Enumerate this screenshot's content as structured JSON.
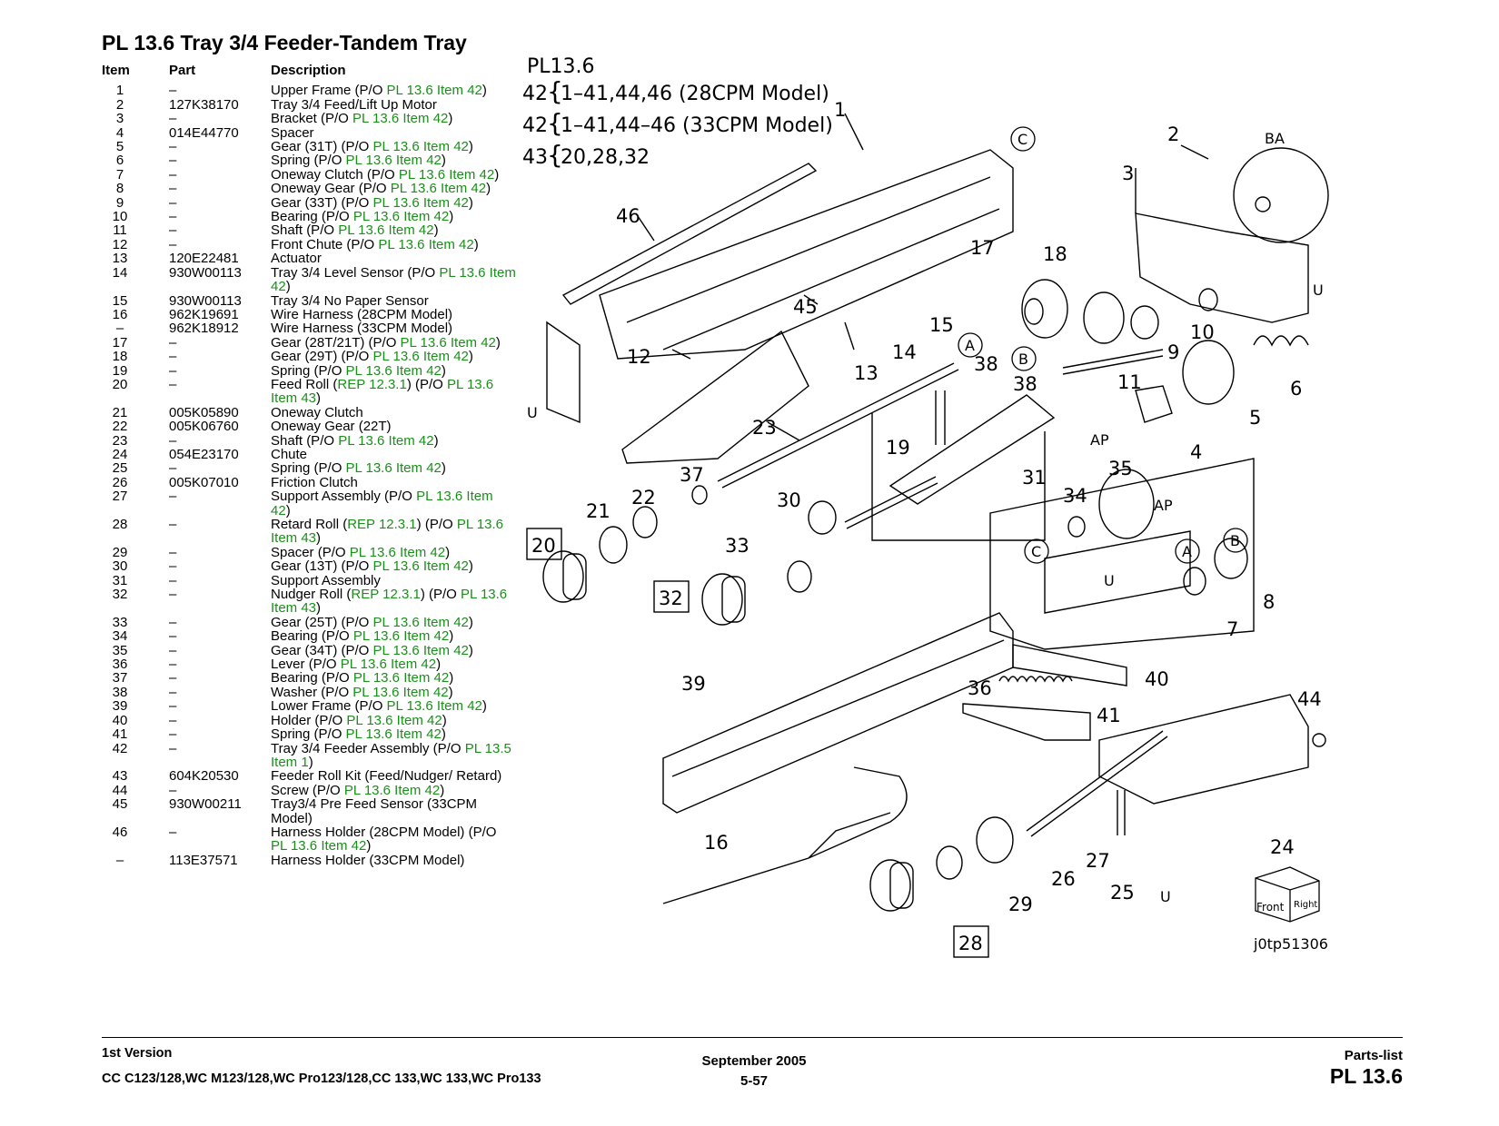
{
  "title": "PL 13.6  Tray 3/4 Feeder-Tandem Tray",
  "table": {
    "headers": {
      "item": "Item",
      "part": "Part",
      "description": "Description"
    },
    "rows": [
      {
        "item": "1",
        "part": "–",
        "desc": [
          {
            "t": "Upper Frame (P/O "
          },
          {
            "t": "PL 13.6 Item 42",
            "link": true
          },
          {
            "t": ")"
          }
        ]
      },
      {
        "item": "2",
        "part": "127K38170",
        "desc": [
          {
            "t": "Tray 3/4 Feed/Lift Up Motor"
          }
        ]
      },
      {
        "item": "3",
        "part": "–",
        "desc": [
          {
            "t": "Bracket (P/O "
          },
          {
            "t": "PL 13.6 Item 42",
            "link": true
          },
          {
            "t": ")"
          }
        ]
      },
      {
        "item": "4",
        "part": "014E44770",
        "desc": [
          {
            "t": "Spacer"
          }
        ]
      },
      {
        "item": "5",
        "part": "–",
        "desc": [
          {
            "t": "Gear (31T) (P/O "
          },
          {
            "t": "PL 13.6 Item 42",
            "link": true
          },
          {
            "t": ")"
          }
        ]
      },
      {
        "item": "6",
        "part": "–",
        "desc": [
          {
            "t": "Spring (P/O "
          },
          {
            "t": "PL 13.6 Item 42",
            "link": true
          },
          {
            "t": ")"
          }
        ]
      },
      {
        "item": "7",
        "part": "–",
        "desc": [
          {
            "t": "Oneway Clutch (P/O "
          },
          {
            "t": "PL 13.6 Item 42",
            "link": true
          },
          {
            "t": ")"
          }
        ]
      },
      {
        "item": "8",
        "part": "–",
        "desc": [
          {
            "t": "Oneway Gear (P/O "
          },
          {
            "t": "PL 13.6 Item 42",
            "link": true
          },
          {
            "t": ")"
          }
        ]
      },
      {
        "item": "9",
        "part": "–",
        "desc": [
          {
            "t": "Gear (33T) (P/O "
          },
          {
            "t": "PL 13.6 Item 42",
            "link": true
          },
          {
            "t": ")"
          }
        ]
      },
      {
        "item": "10",
        "part": "–",
        "desc": [
          {
            "t": "Bearing (P/O "
          },
          {
            "t": "PL 13.6 Item 42",
            "link": true
          },
          {
            "t": ")"
          }
        ]
      },
      {
        "item": "11",
        "part": "–",
        "desc": [
          {
            "t": "Shaft (P/O "
          },
          {
            "t": "PL 13.6 Item 42",
            "link": true
          },
          {
            "t": ")"
          }
        ]
      },
      {
        "item": "12",
        "part": "–",
        "desc": [
          {
            "t": "Front Chute (P/O "
          },
          {
            "t": "PL 13.6 Item 42",
            "link": true
          },
          {
            "t": ")"
          }
        ]
      },
      {
        "item": "13",
        "part": "120E22481",
        "desc": [
          {
            "t": "Actuator"
          }
        ]
      },
      {
        "item": "14",
        "part": "930W00113",
        "desc": [
          {
            "t": "Tray 3/4 Level Sensor (P/O "
          },
          {
            "t": "PL 13.6 Item 42",
            "link": true
          },
          {
            "t": ")"
          }
        ]
      },
      {
        "item": "15",
        "part": "930W00113",
        "desc": [
          {
            "t": "Tray 3/4 No Paper Sensor"
          }
        ]
      },
      {
        "item": "16",
        "part": "962K19691",
        "desc": [
          {
            "t": "Wire Harness (28CPM Model)"
          }
        ]
      },
      {
        "item": "–",
        "part": "962K18912",
        "desc": [
          {
            "t": "Wire Harness (33CPM Model)"
          }
        ]
      },
      {
        "item": "17",
        "part": "–",
        "desc": [
          {
            "t": "Gear (28T/21T) (P/O "
          },
          {
            "t": "PL 13.6 Item 42",
            "link": true
          },
          {
            "t": ")"
          }
        ]
      },
      {
        "item": "18",
        "part": "–",
        "desc": [
          {
            "t": "Gear (29T) (P/O "
          },
          {
            "t": "PL 13.6 Item 42",
            "link": true
          },
          {
            "t": ")"
          }
        ]
      },
      {
        "item": "19",
        "part": "–",
        "desc": [
          {
            "t": "Spring (P/O "
          },
          {
            "t": "PL 13.6 Item 42",
            "link": true
          },
          {
            "t": ")"
          }
        ]
      },
      {
        "item": "20",
        "part": "–",
        "desc": [
          {
            "t": "Feed Roll ("
          },
          {
            "t": "REP 12.3.1",
            "link": true
          },
          {
            "t": ") (P/O "
          },
          {
            "t": "PL 13.6 Item 43",
            "link": true
          },
          {
            "t": ")"
          }
        ]
      },
      {
        "item": "21",
        "part": "005K05890",
        "desc": [
          {
            "t": "Oneway Clutch"
          }
        ]
      },
      {
        "item": "22",
        "part": "005K06760",
        "desc": [
          {
            "t": "Oneway Gear (22T)"
          }
        ]
      },
      {
        "item": "23",
        "part": "–",
        "desc": [
          {
            "t": "Shaft (P/O "
          },
          {
            "t": "PL 13.6 Item 42",
            "link": true
          },
          {
            "t": ")"
          }
        ]
      },
      {
        "item": "24",
        "part": "054E23170",
        "desc": [
          {
            "t": "Chute"
          }
        ]
      },
      {
        "item": "25",
        "part": "–",
        "desc": [
          {
            "t": "Spring (P/O "
          },
          {
            "t": "PL 13.6 Item 42",
            "link": true
          },
          {
            "t": ")"
          }
        ]
      },
      {
        "item": "26",
        "part": "005K07010",
        "desc": [
          {
            "t": "Friction Clutch"
          }
        ]
      },
      {
        "item": "27",
        "part": "–",
        "desc": [
          {
            "t": "Support Assembly (P/O "
          },
          {
            "t": "PL 13.6 Item 42",
            "link": true
          },
          {
            "t": ")"
          }
        ]
      },
      {
        "item": "28",
        "part": "–",
        "desc": [
          {
            "t": "Retard Roll ("
          },
          {
            "t": "REP 12.3.1",
            "link": true
          },
          {
            "t": ") (P/O "
          },
          {
            "t": "PL 13.6 Item 43",
            "link": true
          },
          {
            "t": ")"
          }
        ]
      },
      {
        "item": "29",
        "part": "–",
        "desc": [
          {
            "t": "Spacer (P/O "
          },
          {
            "t": "PL 13.6 Item 42",
            "link": true
          },
          {
            "t": ")"
          }
        ]
      },
      {
        "item": "30",
        "part": "–",
        "desc": [
          {
            "t": "Gear (13T) (P/O "
          },
          {
            "t": "PL 13.6 Item 42",
            "link": true
          },
          {
            "t": ")"
          }
        ]
      },
      {
        "item": "31",
        "part": "–",
        "desc": [
          {
            "t": "Support Assembly"
          }
        ]
      },
      {
        "item": "32",
        "part": "–",
        "desc": [
          {
            "t": "Nudger Roll ("
          },
          {
            "t": "REP 12.3.1",
            "link": true
          },
          {
            "t": ") (P/O "
          },
          {
            "t": "PL 13.6 Item 43",
            "link": true
          },
          {
            "t": ")"
          }
        ]
      },
      {
        "item": "33",
        "part": "–",
        "desc": [
          {
            "t": "Gear (25T) (P/O "
          },
          {
            "t": "PL 13.6 Item 42",
            "link": true
          },
          {
            "t": ")"
          }
        ]
      },
      {
        "item": "34",
        "part": "–",
        "desc": [
          {
            "t": "Bearing (P/O "
          },
          {
            "t": "PL 13.6 Item 42",
            "link": true
          },
          {
            "t": ")"
          }
        ]
      },
      {
        "item": "35",
        "part": "–",
        "desc": [
          {
            "t": "Gear (34T) (P/O "
          },
          {
            "t": "PL 13.6 Item 42",
            "link": true
          },
          {
            "t": ")"
          }
        ]
      },
      {
        "item": "36",
        "part": "–",
        "desc": [
          {
            "t": "Lever (P/O "
          },
          {
            "t": "PL 13.6 Item 42",
            "link": true
          },
          {
            "t": ")"
          }
        ]
      },
      {
        "item": "37",
        "part": "–",
        "desc": [
          {
            "t": "Bearing (P/O "
          },
          {
            "t": "PL 13.6 Item 42",
            "link": true
          },
          {
            "t": ")"
          }
        ]
      },
      {
        "item": "38",
        "part": "–",
        "desc": [
          {
            "t": "Washer (P/O "
          },
          {
            "t": "PL 13.6 Item 42",
            "link": true
          },
          {
            "t": ")"
          }
        ]
      },
      {
        "item": "39",
        "part": "–",
        "desc": [
          {
            "t": "Lower Frame (P/O "
          },
          {
            "t": "PL 13.6 Item 42",
            "link": true
          },
          {
            "t": ")"
          }
        ]
      },
      {
        "item": "40",
        "part": "–",
        "desc": [
          {
            "t": "Holder (P/O "
          },
          {
            "t": "PL 13.6 Item 42",
            "link": true
          },
          {
            "t": ")"
          }
        ]
      },
      {
        "item": "41",
        "part": "–",
        "desc": [
          {
            "t": "Spring (P/O "
          },
          {
            "t": "PL 13.6 Item 42",
            "link": true
          },
          {
            "t": ")"
          }
        ]
      },
      {
        "item": "42",
        "part": "–",
        "desc": [
          {
            "t": "Tray 3/4 Feeder Assembly (P/O "
          },
          {
            "t": "PL 13.5 Item 1",
            "link": true
          },
          {
            "t": ")"
          }
        ]
      },
      {
        "item": "43",
        "part": "604K20530",
        "desc": [
          {
            "t": "Feeder Roll Kit (Feed/Nudger/ Retard)"
          }
        ]
      },
      {
        "item": "44",
        "part": "–",
        "desc": [
          {
            "t": "Screw (P/O "
          },
          {
            "t": "PL 13.6 Item 42",
            "link": true
          },
          {
            "t": ")"
          }
        ]
      },
      {
        "item": "45",
        "part": "930W00211",
        "desc": [
          {
            "t": "Tray3/4 Pre Feed Sensor (33CPM Model)"
          }
        ]
      },
      {
        "item": "46",
        "part": "–",
        "desc": [
          {
            "t": "Harness Holder (28CPM Model) (P/O "
          },
          {
            "t": "PL 13.6 Item 42",
            "link": true
          },
          {
            "t": ")"
          }
        ]
      },
      {
        "item": "–",
        "part": "113E37571",
        "desc": [
          {
            "t": "Harness Holder (33CPM Model)"
          }
        ]
      }
    ]
  },
  "diagram": {
    "header": {
      "title": "PL13.6",
      "lines": [
        {
          "num": "42",
          "text": "1–41,44,46 (28CPM Model)"
        },
        {
          "num": "42",
          "text": "1–41,44–46 (33CPM Model)"
        },
        {
          "num": "43",
          "text": "20,28,32"
        }
      ]
    },
    "callouts": [
      "1",
      "2",
      "3",
      "4",
      "5",
      "6",
      "7",
      "8",
      "9",
      "10",
      "11",
      "12",
      "13",
      "14",
      "15",
      "16",
      "17",
      "18",
      "19",
      "21",
      "22",
      "23",
      "24",
      "25",
      "26",
      "27",
      "29",
      "30",
      "31",
      "33",
      "34",
      "35",
      "36",
      "37",
      "38",
      "38",
      "39",
      "40",
      "41",
      "44",
      "45",
      "46"
    ],
    "boxed": [
      "20",
      "32",
      "28"
    ],
    "circled": [
      "C",
      "A",
      "B",
      "C",
      "A",
      "B"
    ],
    "small_labels": [
      "BA",
      "U",
      "U",
      "AP",
      "AP",
      "U",
      "U"
    ],
    "orientation": {
      "front": "Front",
      "right": "Right"
    },
    "image_id": "j0tp51306"
  },
  "footer": {
    "version": "1st Version",
    "models": "CC C123/128,WC M123/128,WC Pro123/128,CC 133,WC 133,WC Pro133",
    "date": "September 2005",
    "page": "5-57",
    "section": "Parts-list",
    "pl": "PL 13.6"
  },
  "colors": {
    "link": "#1a8f1a",
    "text": "#000000"
  }
}
